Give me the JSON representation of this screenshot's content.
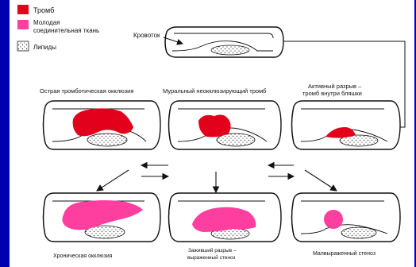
{
  "legend": {
    "items": [
      {
        "label_lines": [
          "Тромб"
        ],
        "color": "#e3001b",
        "swatch": "solid"
      },
      {
        "label_lines": [
          "Молодая",
          "соединительная ткань"
        ],
        "color": "#ff3fa0",
        "swatch": "solid"
      },
      {
        "label_lines": [
          "Липиды"
        ],
        "color": "#ffffff",
        "swatch": "dotted"
      }
    ]
  },
  "blood_flow_label": "Кровоток",
  "captions": {
    "acute_occlusion": "Острая тромботическая окклюзия",
    "mural_thrombus": "Муральный неокклюзирующий тромб",
    "active_rupture": [
      "Активный разрыв –",
      "тромб внутри бляшки"
    ],
    "chronic_occlusion": "Хроническая окклюзия",
    "healed_rupture": [
      "Заживший разрыв –",
      "выраженный стеноз"
    ],
    "minor_stenosis": "Малвыраженный стеноз"
  },
  "colors": {
    "thrombus": "#e3001b",
    "connective_tissue": "#ff3fa0",
    "background": "#0000c8",
    "panel": "#ffffff"
  }
}
